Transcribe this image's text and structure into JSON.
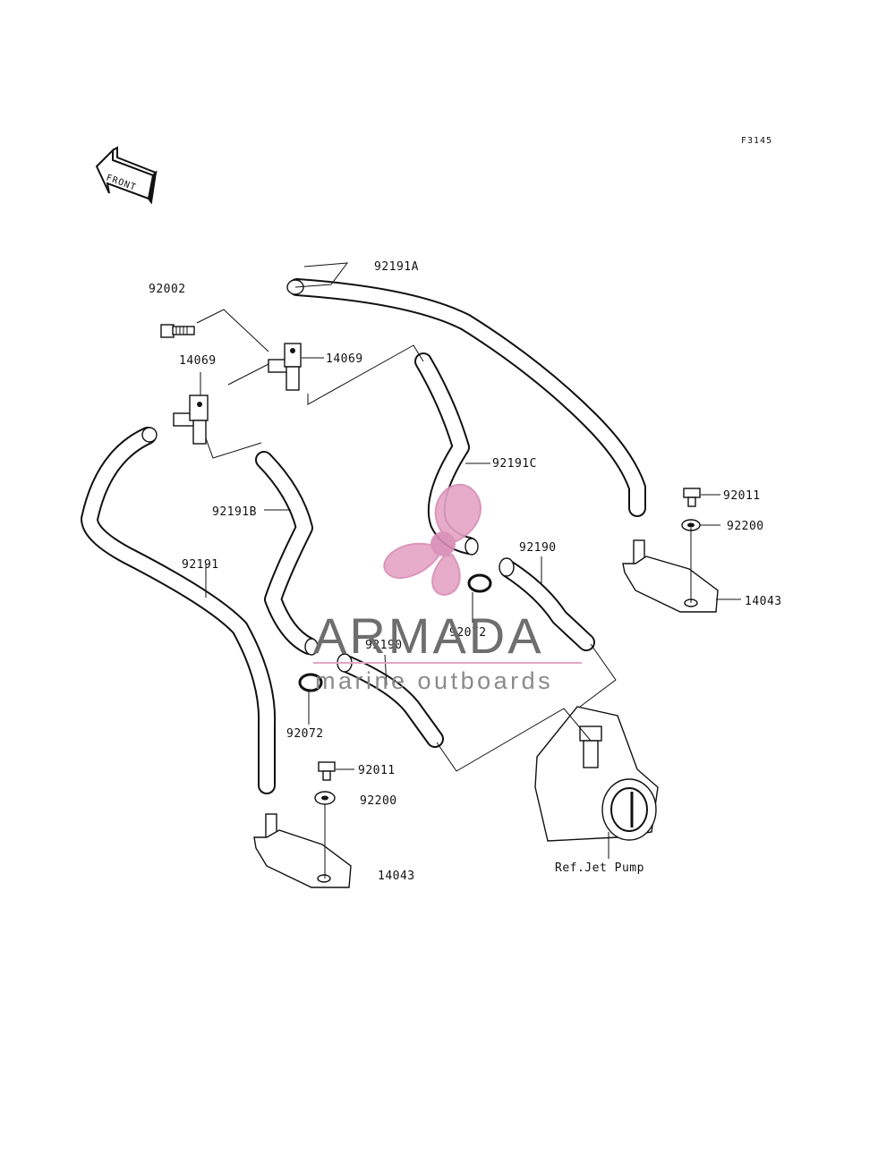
{
  "diagram": {
    "figure_code": "F3145",
    "front_marker": "FRONT",
    "parts": [
      {
        "id": "hose-92191A",
        "label": "92191A"
      },
      {
        "id": "bolt-92002",
        "label": "92002"
      },
      {
        "id": "fitting-14069-right",
        "label": "14069"
      },
      {
        "id": "fitting-14069-left",
        "label": "14069"
      },
      {
        "id": "hose-92191C",
        "label": "92191C"
      },
      {
        "id": "hose-92191B",
        "label": "92191B"
      },
      {
        "id": "hose-92191",
        "label": "92191"
      },
      {
        "id": "bolt-92011-right",
        "label": "92011"
      },
      {
        "id": "washer-92200-right",
        "label": "92200"
      },
      {
        "id": "bracket-14043-right",
        "label": "14043"
      },
      {
        "id": "hose-92190-right",
        "label": "92190"
      },
      {
        "id": "clamp-92072-upper",
        "label": "92072"
      },
      {
        "id": "hose-92190-left",
        "label": "92190"
      },
      {
        "id": "clamp-92072-lower",
        "label": "92072"
      },
      {
        "id": "bolt-92011-left",
        "label": "92011"
      },
      {
        "id": "washer-92200-left",
        "label": "92200"
      },
      {
        "id": "bracket-14043-left",
        "label": "14043"
      },
      {
        "id": "ref-jet-pump",
        "label": "Ref.Jet Pump"
      }
    ]
  },
  "watermark": {
    "title": "ARMADA",
    "subtitle": "marine outboards",
    "colors": {
      "logo": "#e4a4c4",
      "logo_dark": "#d98ab3",
      "text": "#6e6e6e",
      "accent": "#e2a6c6"
    }
  }
}
